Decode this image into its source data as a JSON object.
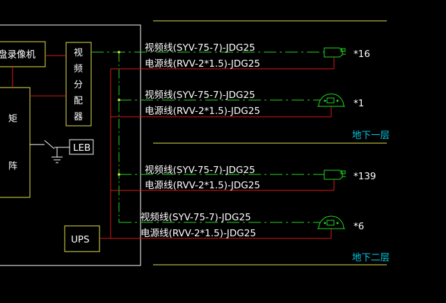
{
  "equipment": {
    "recorder": "盘录像机",
    "splitter": [
      "视",
      "频",
      "分",
      "配",
      "器"
    ],
    "matrix": [
      "矩",
      "阵"
    ],
    "leb": "LEB",
    "ups": "UPS"
  },
  "runs": [
    {
      "video": "视频线(SYV-75-7)-JDG25",
      "power": "电源线(RVV-2*1.5)-JDG25",
      "count": "*16"
    },
    {
      "video": "视频线(SYV-75-7)-JDG25",
      "power": "电源线(RVV-2*1.5)-JDG25",
      "count": "*1"
    },
    {
      "video": "视频线(SYV-75-7)-JDG25",
      "power": "电源线(RVV-2*1.5)-JDG25",
      "count": "*139"
    },
    {
      "video": "视频线(SYV-75-7)-JDG25",
      "power": "电源线(RVV-2*1.5)-JDG25",
      "count": "*6"
    }
  ],
  "floors": [
    "地下一层",
    "地下二层"
  ],
  "colors": {
    "background": "#000000",
    "frame": "#ffffff",
    "equipment": "#e6e64a",
    "video_line": "#22dd22",
    "power_line": "#e01818",
    "floor_line": "#e6e64a",
    "floor_label": "#00c8e6",
    "camera": "#22dd22"
  },
  "icons": [
    "bullet-camera-icon",
    "dome-camera-icon",
    "ground-icon",
    "switch-icon"
  ]
}
